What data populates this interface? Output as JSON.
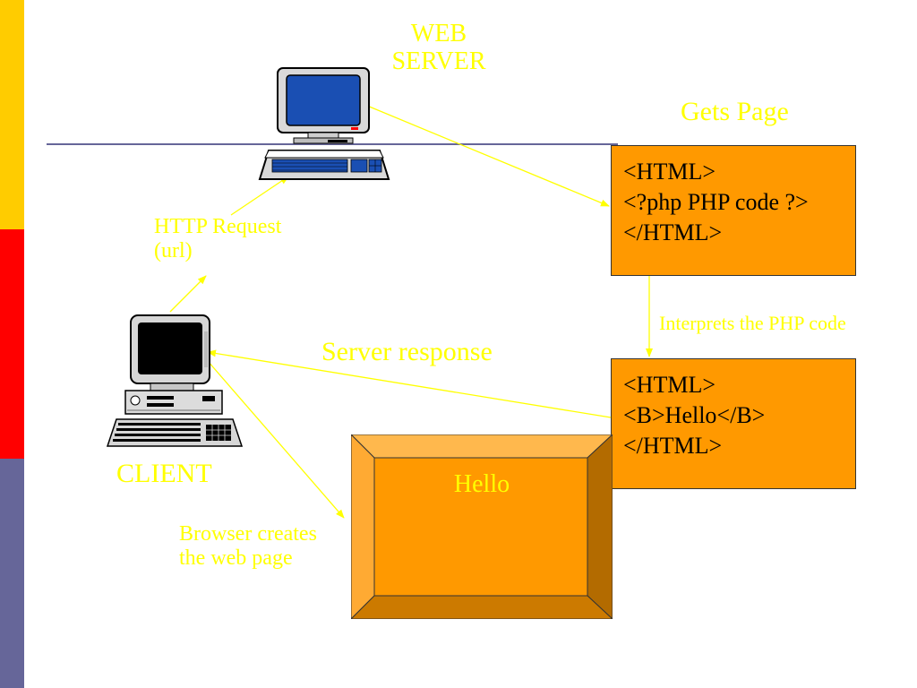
{
  "labels": {
    "web_server": "WEB\nSERVER",
    "gets_page": "Gets Page",
    "http_request": "HTTP Request\n(url)",
    "interprets": "Interprets the PHP code",
    "server_response": "Server response",
    "client": "CLIENT",
    "browser_creates": "Browser creates\nthe web page"
  },
  "php_source_box": {
    "lines": [
      "<HTML>",
      "<?php PHP code ?>",
      "</HTML>"
    ]
  },
  "html_output_box": {
    "lines": [
      "<HTML>",
      "<B>Hello</B>",
      "</HTML>"
    ]
  },
  "browser_window": {
    "text": "Hello"
  },
  "icons": {
    "server": "server-computer-icon",
    "client": "client-computer-icon"
  },
  "colors": {
    "label": "#FFFF00",
    "box_fill": "#FF9900",
    "sidebar_top": "#FFCC00",
    "sidebar_mid": "#FF0000",
    "sidebar_bottom": "#666699"
  }
}
